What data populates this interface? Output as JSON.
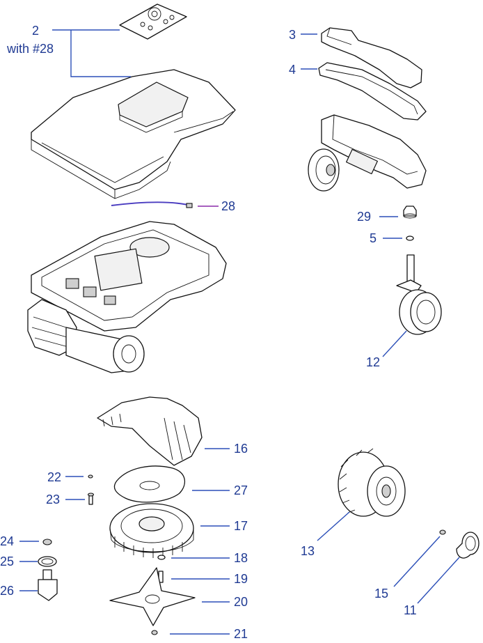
{
  "labels": {
    "l2": "2",
    "l2_sub": "with #28",
    "l3": "3",
    "l4": "4",
    "l28": "28",
    "l29": "29",
    "l5": "5",
    "l12": "12",
    "l16": "16",
    "l22": "22",
    "l23": "23",
    "l27": "27",
    "l17": "17",
    "l24": "24",
    "l25": "25",
    "l18": "18",
    "l26": "26",
    "l19": "19",
    "l20": "20",
    "l21": "21",
    "l13": "13",
    "l15": "15",
    "l11": "11"
  },
  "colors": {
    "label": "#1f3a93",
    "leader": "#2b4fb8",
    "leader_wire": "#8a2aa8",
    "line_art": "#111111"
  }
}
